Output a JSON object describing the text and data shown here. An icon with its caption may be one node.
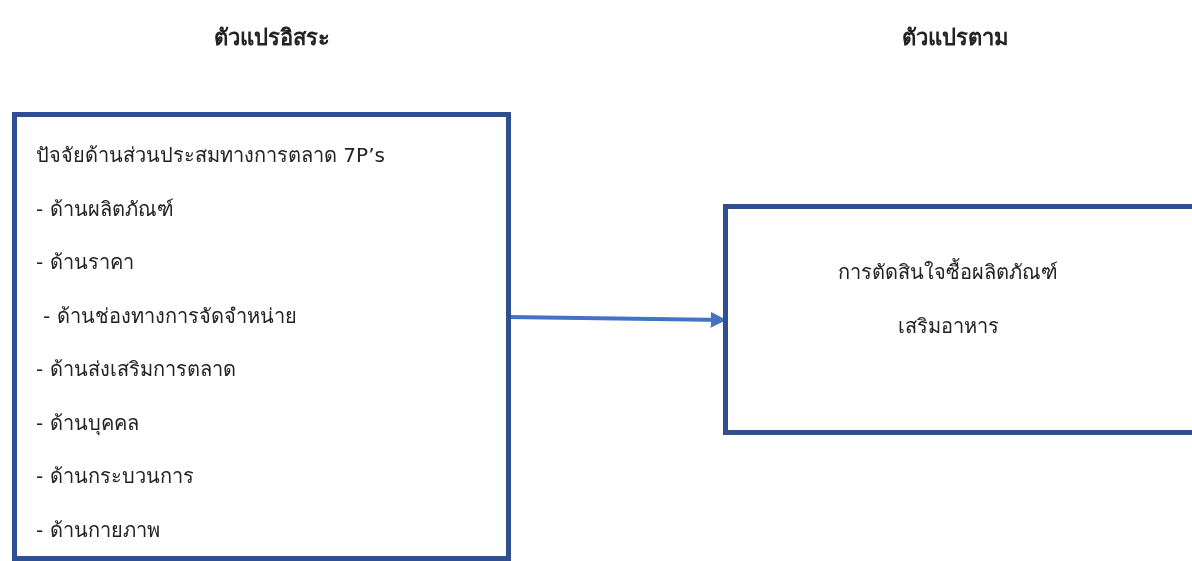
{
  "diagram": {
    "nodes": [
      {
        "text": [
          "ปัจจัยด้านส่วนประสมทางการตลาด 7P’s",
          "- ด้านผลิตภัณฑ์",
          "- ด้านราคา",
          "- ด้านช่องทางการจัดจำหน่าย",
          "- ด้านส่งเสริมการตลาด",
          "- ด้านบุคคล",
          "- ด้านกระบวนการ",
          "- ด้านกายภาพ"
        ]
      },
      {
        "text": [
          "การตัดสินใจซื้อผลิตภัณฑ์ เสริมอาหาร"
        ]
      }
    ],
    "edges": [
      {
        "from": 0,
        "to": 1,
        "arrow": "to",
        "color": "#4472c4"
      }
    ],
    "labels": [
      "ตัวแปรอิสระ",
      "ตัวแปรตาม"
    ]
  }
}
